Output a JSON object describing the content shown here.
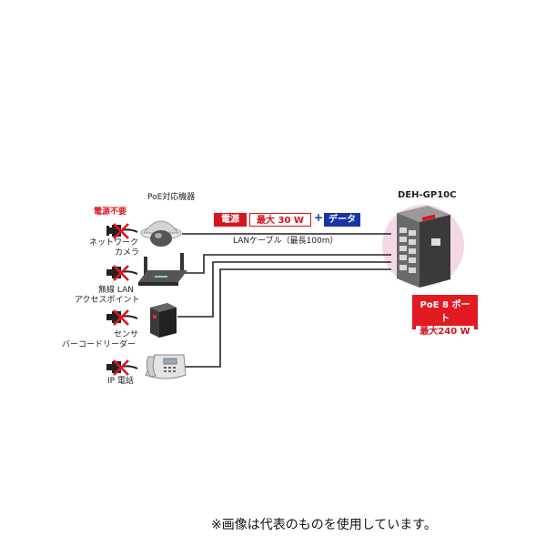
{
  "labels": {
    "no_power": "電源不要",
    "poe_devices": "PoE対応機器",
    "network_camera_1": "ネットワーク",
    "network_camera_2": "カメラ",
    "wireless_lan_1": "無線 LAN",
    "wireless_lan_2": "アクセスポイント",
    "sensor_1": "センサ",
    "sensor_2": "バーコードリーダー",
    "ip_phone": "IP 電話",
    "lan_cable": "LANケーブル（最長100m）"
  },
  "power_badge": {
    "power": "電源",
    "max": "最大 30 W",
    "plus": "+",
    "data": "データ"
  },
  "switch": {
    "model": "DEH-GP10C",
    "poe_ports": "PoE 8 ポート",
    "max_total": "最大240 W"
  },
  "note": "※画像は代表のものを使用しています。",
  "colors": {
    "accent_red": "#d8141c",
    "accent_blue": "#1834a8",
    "circle_pink": "#f4d8e8"
  }
}
